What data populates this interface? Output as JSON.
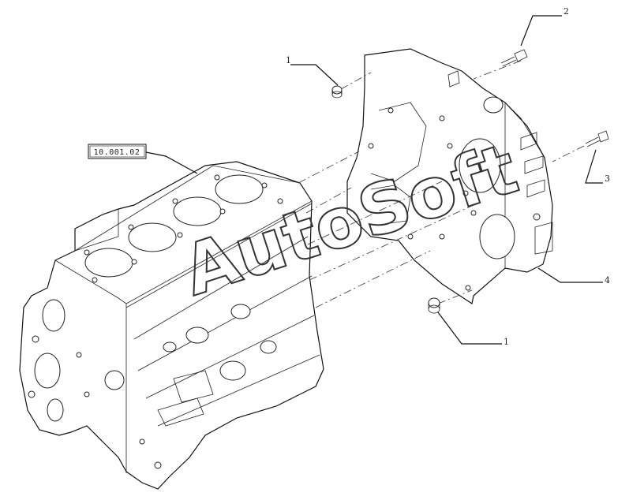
{
  "diagram": {
    "reference_label": "10.001.02",
    "callouts": [
      {
        "id": "callout-1-top",
        "text": "1"
      },
      {
        "id": "callout-2",
        "text": "2"
      },
      {
        "id": "callout-3",
        "text": "3"
      },
      {
        "id": "callout-4",
        "text": "4"
      },
      {
        "id": "callout-1-bottom",
        "text": "1"
      }
    ],
    "watermark": "AutoSoft"
  }
}
